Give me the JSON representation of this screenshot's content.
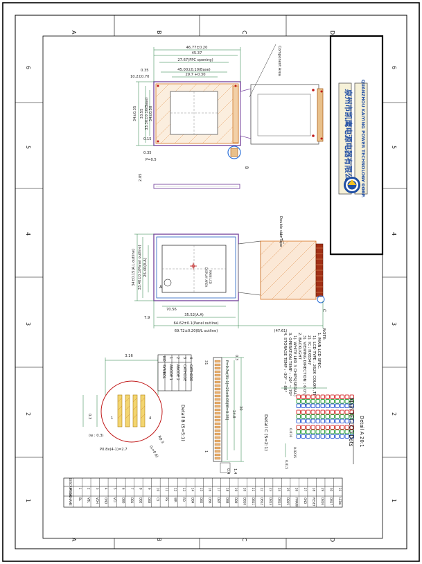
{
  "page": {
    "zone_rows": [
      "A",
      "B",
      "C",
      "D"
    ],
    "zone_cols": [
      "6",
      "5",
      "4",
      "3",
      "2",
      "1"
    ]
  },
  "title_block": {
    "company_cn": "泉州市凯鹰电源电器有限公司",
    "company_en": "QUANZHOU KAIYING POWER TECHNOLOGY CORP.",
    "logo_text": "Power Technology"
  },
  "front_view": {
    "component_area": "Component Area",
    "dims": {
      "d1": "46.77±0.20",
      "d2": "45.37",
      "d3": "27.67(FPC opening)",
      "d4": "45.00±0.10(Base)",
      "d5": "29.7 +0.30",
      "d6": "0.35",
      "d7": "10.2±0.70",
      "d8": "34±0.35",
      "d9": "33.55",
      "d10": "33.30±0.10(Base)",
      "d11": "34±0.50",
      "d12": "0.35",
      "d13": "0.15",
      "d14": "P=0.5",
      "d15": "2.05"
    },
    "detail_b_callout": "B"
  },
  "back_view": {
    "tape_label": "Double side Tape",
    "detail_a_callout": "A",
    "detail_c_callout": "C",
    "center_text_1": "DISPLAY AREA",
    "center_text_2": "MAIN LCD",
    "dims": {
      "d1": "34±0.15(A.L outline)",
      "d2": "33.40±0.1(Panel outline)",
      "d3": "26.40(A.A)",
      "d4": "70.56",
      "d5": "35.52(A.A)",
      "d6": "64.62±0.1(Panel outline)",
      "d7": "69.72±0.20(B/L outline)",
      "d8": "(47.61)",
      "d9": "7.9"
    }
  },
  "notes": {
    "title": "NOTE:",
    "lines": [
      "1. MAIN LCD SPEC.",
      "1). LCD TYPE : 262K COLOR ,TFT",
      "2). IC : HX8347",
      "3). VIEWING DIRECTION : 6 O'CLOCK",
      "2. BACKLIGHT",
      "1). WHITE LED 3 CHIPS(SERIAL)",
      "3. OPERATION TEMP : -20° ~ 70°",
      "4. STORAGE TEMP : -30° ~ 80°"
    ]
  },
  "detail_b": {
    "label": "Detail B (S=5:1)",
    "dims": [
      "3.16",
      "0.3",
      "(w : 0.3)",
      "P0.8x(4-1)=2.7",
      "4",
      "1",
      "R0.3",
      "(L=0.6)"
    ],
    "table": {
      "headers": [
        "NO",
        "SYMBOL"
      ],
      "rows": [
        [
          "1",
          "ANODE 1"
        ],
        [
          "2",
          "ANODE 2"
        ],
        [
          "3",
          "CATHODE"
        ],
        [
          "4",
          "CATHODE"
        ]
      ]
    }
  },
  "detail_c": {
    "label": "Detail C (S=2:1)",
    "dims": [
      "31",
      "0.3",
      "P=0.7x(31-1)=21±0.05(W=0.35)",
      "1",
      "24.8",
      "30",
      "0.4",
      "1.4"
    ]
  },
  "detail_a": {
    "label": "Detail A 20:1",
    "title": "Main TFT-LCD Dots",
    "dims": [
      "0.016",
      "0.0235",
      "0.015"
    ]
  },
  "pin_table": {
    "headers": [
      "PIN NO",
      "NAME",
      "DESCRIPTION"
    ],
    "names": [
      "BL",
      "VBL",
      "VDH",
      "GND",
      "VCI",
      "DB0",
      "DB1",
      "DB2",
      "DB3",
      "CS",
      "RS",
      "WR",
      "RD",
      "DB4",
      "DB5",
      "DB6",
      "DB7",
      "DB8",
      "DB9",
      "DB10",
      "DB11",
      "DB12",
      "DB13",
      "DB14",
      "DB15",
      "FMARK",
      "GND",
      "RESET",
      "DB16",
      "DB17",
      "LEDA"
    ]
  }
}
